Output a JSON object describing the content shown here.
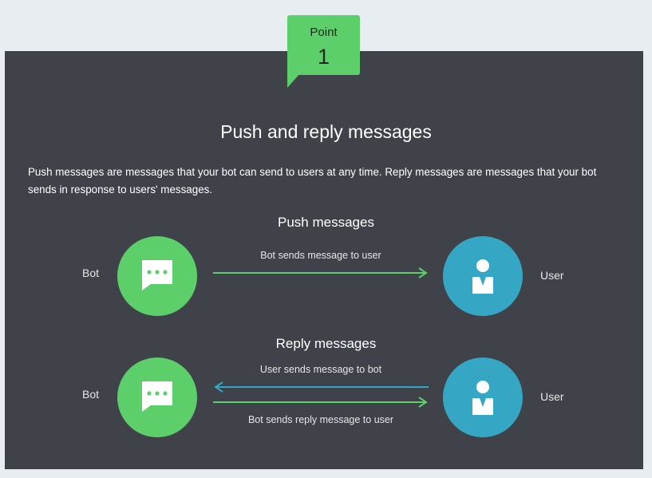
{
  "badge": {
    "label": "Point",
    "number": "1"
  },
  "title": "Push and reply messages",
  "description": "Push messages are messages that your bot can send to users at any time. Reply messages are messages that your bot sends in response to users' messages.",
  "push": {
    "heading": "Push messages",
    "bot_label": "Bot",
    "user_label": "User",
    "arrow_label": "Bot sends message to user"
  },
  "reply": {
    "heading": "Reply messages",
    "bot_label": "Bot",
    "user_label": "User",
    "arrow_top_label": "User sends message to bot",
    "arrow_bottom_label": "Bot sends reply message to user"
  },
  "colors": {
    "panel": "#3f4349",
    "page_background": "#e8edf1",
    "bot_green": "#5ccf6a",
    "user_blue": "#35a7c5",
    "arrow_green": "#5ccf6a",
    "arrow_blue": "#35a7c5"
  },
  "icons": {
    "bot": "chat-bubble-icon",
    "user": "person-icon"
  }
}
